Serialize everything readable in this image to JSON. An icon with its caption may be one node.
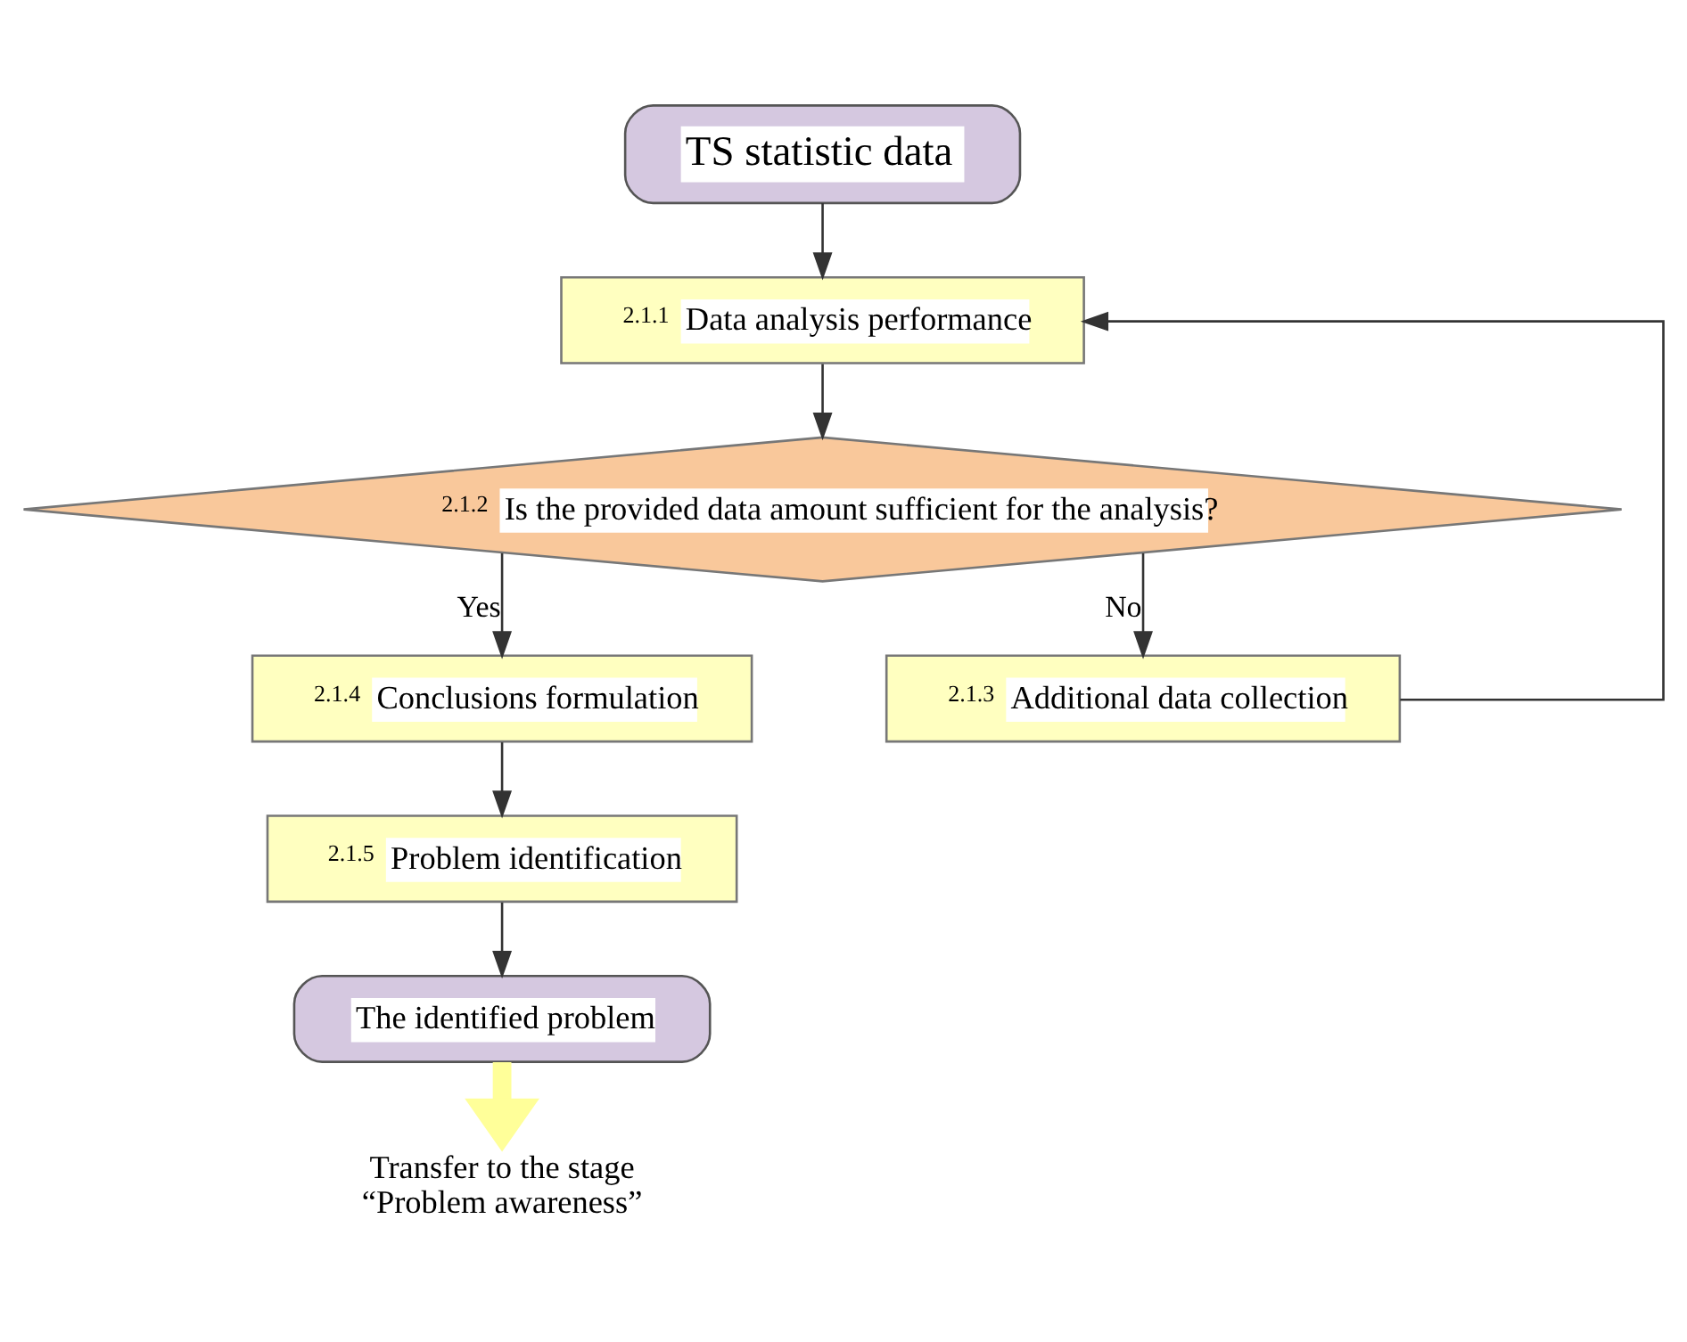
{
  "diagram": {
    "nodes": [
      {
        "text": [
          "TS statistic data"
        ]
      },
      {
        "text": [
          "2.1.1",
          "Data analysis performance"
        ]
      },
      {
        "text": [
          "2.1.2",
          "Is the provided data amount sufficient for the analysis?"
        ]
      },
      {
        "text": [
          "2.1.4",
          "Conclusions formulation"
        ]
      },
      {
        "text": [
          "2.1.3",
          "Additional data collection"
        ]
      },
      {
        "text": [
          "2.1.5",
          "Problem identification"
        ]
      },
      {
        "text": [
          "The identified problem"
        ]
      },
      {
        "text": [
          "Transfer to the stage “Problem awareness”"
        ]
      }
    ],
    "edges": [
      {
        "from": 0,
        "to": 1,
        "arrow": "to"
      },
      {
        "from": 1,
        "to": 2,
        "arrow": "to"
      },
      {
        "from": 2,
        "to": 3,
        "arrow": "to",
        "label": "Yes"
      },
      {
        "from": 2,
        "to": 4,
        "arrow": "to",
        "label": "No"
      },
      {
        "from": 4,
        "to": 1,
        "arrow": "to"
      },
      {
        "from": 3,
        "to": 5,
        "arrow": "to"
      },
      {
        "from": 5,
        "to": 6,
        "arrow": "to"
      },
      {
        "from": 6,
        "to": 7,
        "arrow": "to",
        "style": "thick",
        "color": "#ffff99"
      }
    ]
  }
}
